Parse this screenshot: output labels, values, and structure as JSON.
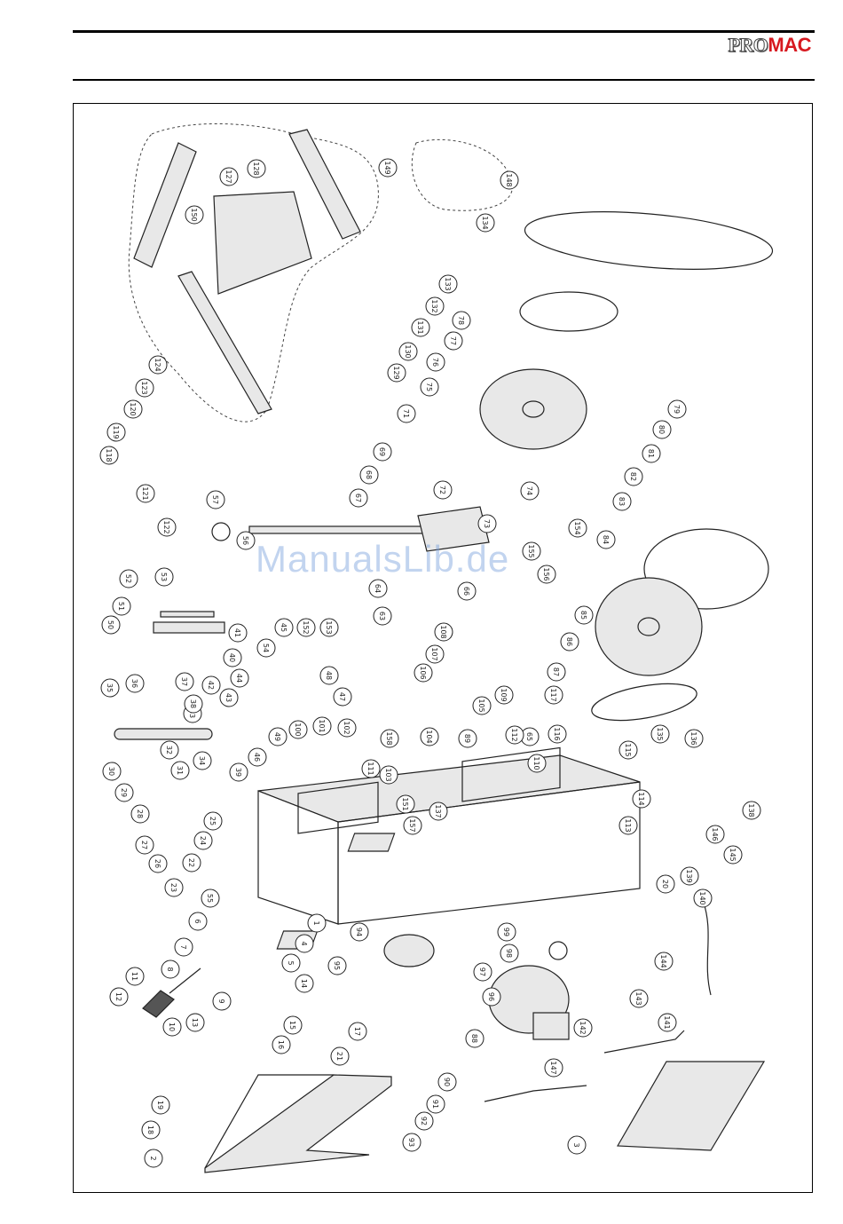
{
  "brand": {
    "pro": "PRO",
    "mac": "MAC"
  },
  "watermark": "ManualsLib.de",
  "callouts": [
    "1",
    "2",
    "3",
    "5",
    "4",
    "6",
    "7",
    "8",
    "9",
    "10",
    "11",
    "12",
    "13",
    "14",
    "15",
    "16",
    "17",
    "18",
    "19",
    "20",
    "21",
    "22",
    "23",
    "24",
    "25",
    "26",
    "27",
    "28",
    "29",
    "30",
    "31",
    "32",
    "33",
    "34",
    "35",
    "36",
    "37",
    "38",
    "39",
    "40",
    "41",
    "42",
    "43",
    "44",
    "45",
    "46",
    "47",
    "48",
    "49",
    "50",
    "51",
    "52",
    "53",
    "54",
    "55",
    "56",
    "57",
    "63",
    "64",
    "65",
    "66",
    "67",
    "68",
    "69",
    "71",
    "72",
    "73",
    "74",
    "75",
    "76",
    "77",
    "78",
    "79",
    "80",
    "81",
    "82",
    "83",
    "84",
    "85",
    "86",
    "87",
    "88",
    "89",
    "90",
    "91",
    "92",
    "93",
    "94",
    "95",
    "96",
    "97",
    "98",
    "99",
    "100",
    "101",
    "102",
    "103",
    "104",
    "105",
    "106",
    "107",
    "108",
    "109",
    "110",
    "111",
    "112",
    "113",
    "114",
    "115",
    "116",
    "117",
    "118",
    "119",
    "120",
    "121",
    "122",
    "123",
    "124",
    "127",
    "128",
    "129",
    "130",
    "131",
    "132",
    "133",
    "134",
    "135",
    "136",
    "137",
    "138",
    "139",
    "140",
    "141",
    "142",
    "143",
    "144",
    "145",
    "146",
    "147",
    "148",
    "149",
    "150",
    "151",
    "152",
    "153",
    "154",
    "155",
    "156",
    "157",
    "158"
  ]
}
